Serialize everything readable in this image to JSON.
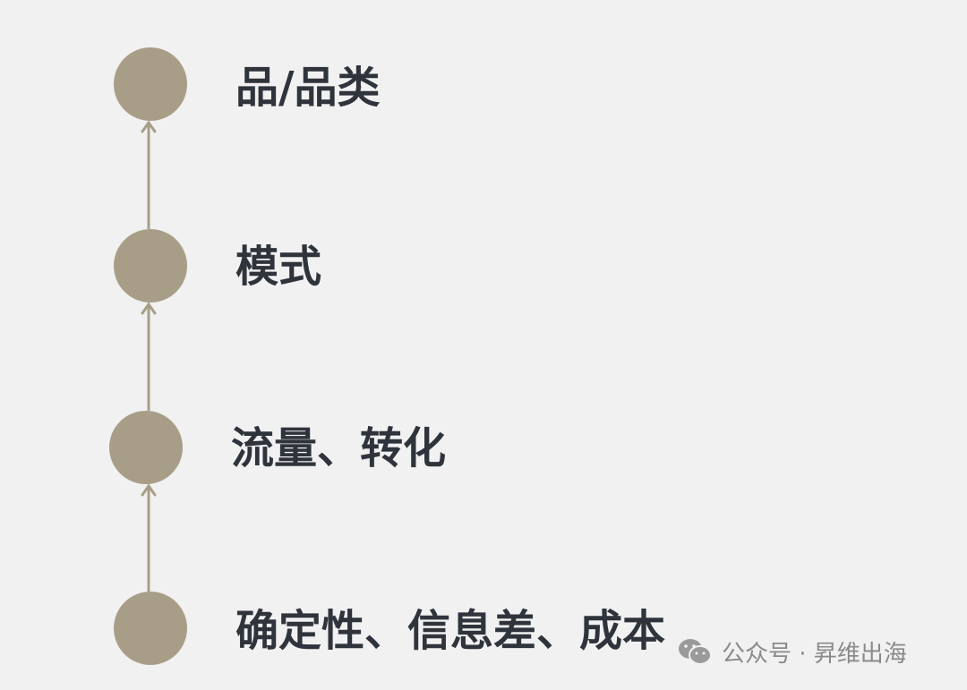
{
  "diagram": {
    "direction": "bottom-to-top",
    "node_color": "#a89e87",
    "arrow_color": "#a89e87",
    "text_color": "#2f343c",
    "steps": [
      {
        "label": "品/品类"
      },
      {
        "label": "模式"
      },
      {
        "label": "流量、转化"
      },
      {
        "label": "确定性、信息差、成本"
      }
    ]
  },
  "watermark": {
    "icon": "wechat-icon",
    "text": "公众号 · 昇维出海"
  }
}
